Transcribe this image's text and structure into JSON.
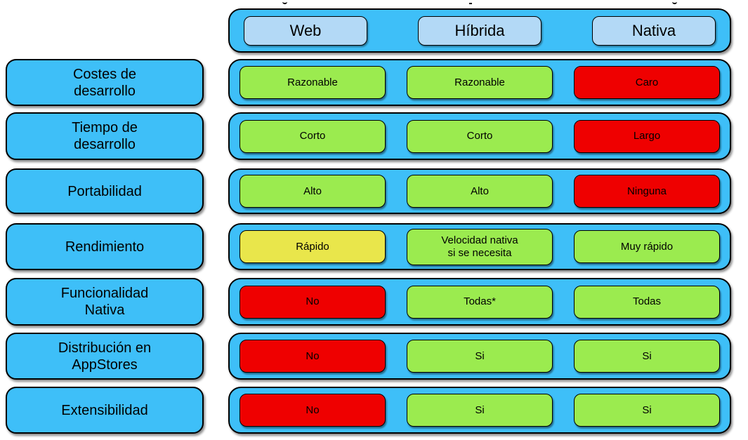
{
  "colors": {
    "container_blue": "#3EBFF8",
    "header_pill_blue": "#B3D9F6",
    "status_green": "#9BEB4F",
    "status_red": "#EF0000",
    "status_yellow": "#E9E64B",
    "border": "#000000",
    "background": "#FFFFFF"
  },
  "header": {
    "columns": [
      {
        "label": "Web"
      },
      {
        "label": "Híbrida"
      },
      {
        "label": "Nativa"
      }
    ]
  },
  "rows": [
    {
      "label": "Costes de\ndesarrollo",
      "cells": [
        {
          "text": "Razonable",
          "status": "green"
        },
        {
          "text": "Razonable",
          "status": "green"
        },
        {
          "text": "Caro",
          "status": "red"
        }
      ]
    },
    {
      "label": "Tiempo de\ndesarrollo",
      "cells": [
        {
          "text": "Corto",
          "status": "green"
        },
        {
          "text": "Corto",
          "status": "green"
        },
        {
          "text": "Largo",
          "status": "red"
        }
      ]
    },
    {
      "label": "Portabilidad",
      "cells": [
        {
          "text": "Alto",
          "status": "green"
        },
        {
          "text": "Alto",
          "status": "green"
        },
        {
          "text": "Ninguna",
          "status": "red"
        }
      ]
    },
    {
      "label": "Rendimiento",
      "cells": [
        {
          "text": "Rápido",
          "status": "yellow"
        },
        {
          "text": "Velocidad nativa\nsi se necesita",
          "status": "green"
        },
        {
          "text": "Muy rápido",
          "status": "green"
        }
      ]
    },
    {
      "label": "Funcionalidad\nNativa",
      "cells": [
        {
          "text": "No",
          "status": "red"
        },
        {
          "text": "Todas*",
          "status": "green"
        },
        {
          "text": "Todas",
          "status": "green"
        }
      ]
    },
    {
      "label": "Distribución en\nAppStores",
      "cells": [
        {
          "text": "No",
          "status": "red"
        },
        {
          "text": "Si",
          "status": "green"
        },
        {
          "text": "Si",
          "status": "green"
        }
      ]
    },
    {
      "label": "Extensibilidad",
      "cells": [
        {
          "text": "No",
          "status": "red"
        },
        {
          "text": "Si",
          "status": "green"
        },
        {
          "text": "Si",
          "status": "green"
        }
      ]
    }
  ]
}
